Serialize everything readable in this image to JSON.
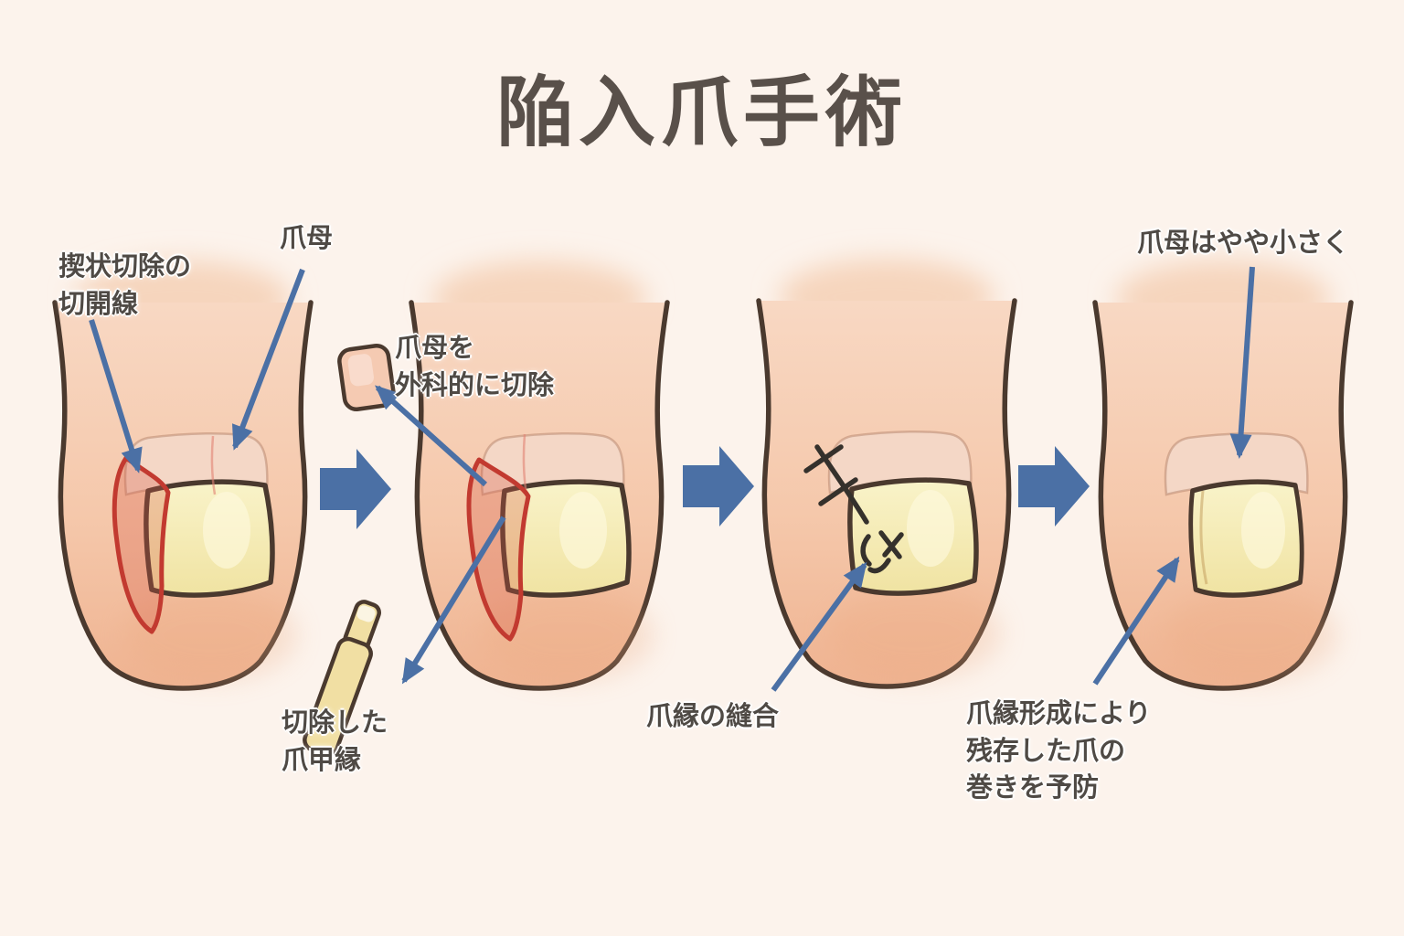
{
  "title": "陥入爪手術",
  "labels": {
    "wedge_incision": "揳状切除の\n切開線",
    "nail_matrix": "爪母",
    "excise_matrix": "爪母を\n外科的に切除",
    "removed_nail_edge": "切除した\n爪甲縁",
    "nail_edge_suture": "爪縁の縫合",
    "matrix_smaller": "爪母はやや小さく",
    "prevent_curl": "爪縁形成により\n残存した爪の\n巻きを予防"
  },
  "colors": {
    "background": "#fcf3ec",
    "title": "#59504a",
    "text": "#4f4a45",
    "accent_blue": "#4b70a5",
    "incision_red": "#c23a30",
    "outline_brown": "#4a392e",
    "fold_pink": "#f4d9c9",
    "suture_black": "#35312c"
  }
}
